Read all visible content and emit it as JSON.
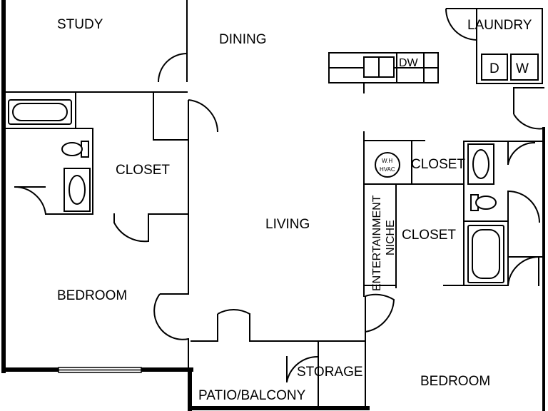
{
  "rooms": {
    "study": "STUDY",
    "dining": "DINING",
    "laundry": "LAUNDRY",
    "closet_left": "CLOSET",
    "living": "LIVING",
    "closet_upper_right": "CLOSET",
    "closet_right": "CLOSET",
    "entertainment": "ENTERTAINMENT",
    "niche": "NICHE",
    "bedroom_left": "BEDROOM",
    "bedroom_right": "BEDROOM",
    "storage": "STORAGE",
    "patio": "PATIO/BALCONY"
  },
  "fixtures": {
    "dishwasher": "DW",
    "dryer": "D",
    "washer": "W",
    "water_heater": "W.H",
    "hvac": "HVAC"
  }
}
